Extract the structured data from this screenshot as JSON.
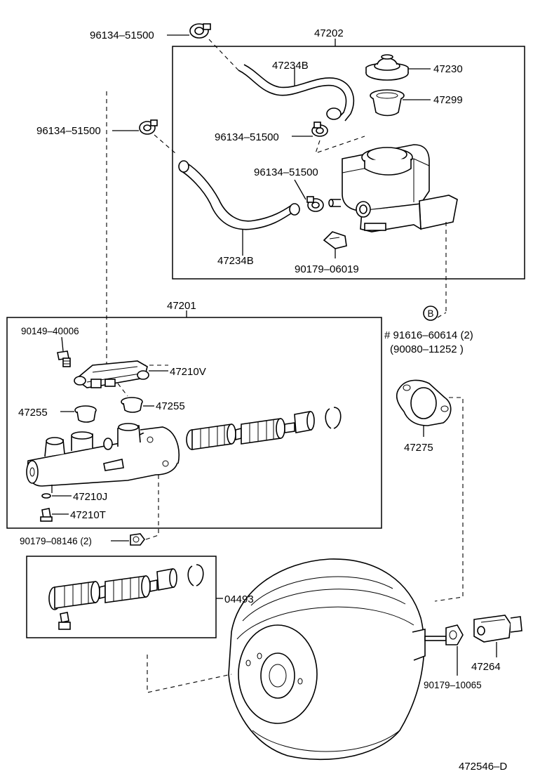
{
  "labels": {
    "clamp_top": "96134–51500",
    "assy_reservoir": "47202",
    "hose_upper": "47234B",
    "cap": "47230",
    "strainer": "47299",
    "clamp_left": "96134–51500",
    "clamp_mid": "96134–51500",
    "clamp_lower": "96134–51500",
    "hose_lower": "47234B",
    "grommet": "90179–06019",
    "assy_master": "47201",
    "circle_b": "B",
    "bolt_note_1": "# 91616–60614 (2)",
    "bolt_note_2": "(90080–11252 )",
    "bolt": "90149–40006",
    "bracket": "47210V",
    "plug_left": "47255",
    "plug_right": "47255",
    "gasket": "47275",
    "oring": "47210J",
    "stop_bolt": "47210T",
    "nut_cyl": "90179–08146 (2)",
    "kit": "04493",
    "nut_booster": "90179–10065",
    "clevis": "47264",
    "diagram_no": "472546–D"
  }
}
